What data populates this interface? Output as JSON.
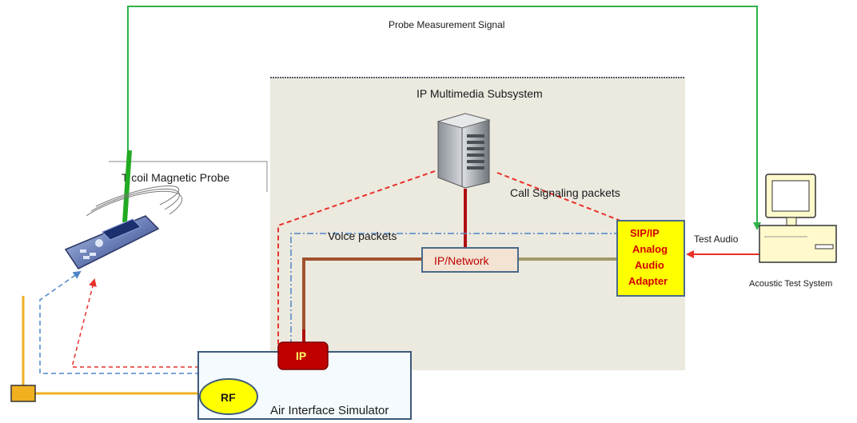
{
  "labels": {
    "probe_signal": "Probe Measurement Signal",
    "ims": "IP Multimedia Subsystem",
    "tcoil": "T coil Magnetic Probe",
    "call_signaling": "Call Signaling packets",
    "voice_packets": "Voice packets",
    "ip_network": "IP/Network",
    "adapter_lines": [
      "SIP/IP",
      "Analog",
      "Audio",
      "Adapter"
    ],
    "test_audio": "Test Audio",
    "acoustic": "Acoustic Test System",
    "ip_box": "IP",
    "rf": "RF",
    "air_interface": "Air Interface Simulator"
  },
  "colors": {
    "probe_line": "#2fb24a",
    "ims_bg": "#ece9df",
    "network_fill": "#f2e3d3",
    "adapter_fill": "#ffff00",
    "adapter_text": "#d40000",
    "ip_box_fill": "#c00000",
    "rf_fill": "#ffff00",
    "signal_red": "#e8302a",
    "voice_blue": "#4f86c6",
    "dark_red": "#b01010",
    "brown": "#a0522d",
    "olive": "#a09a6a",
    "orange": "#f0b020"
  },
  "icons": [
    "server-icon",
    "computer-icon",
    "mobile-phone-icon",
    "magnetic-probe-icon",
    "antenna-icon",
    "rf-connector-icon"
  ]
}
